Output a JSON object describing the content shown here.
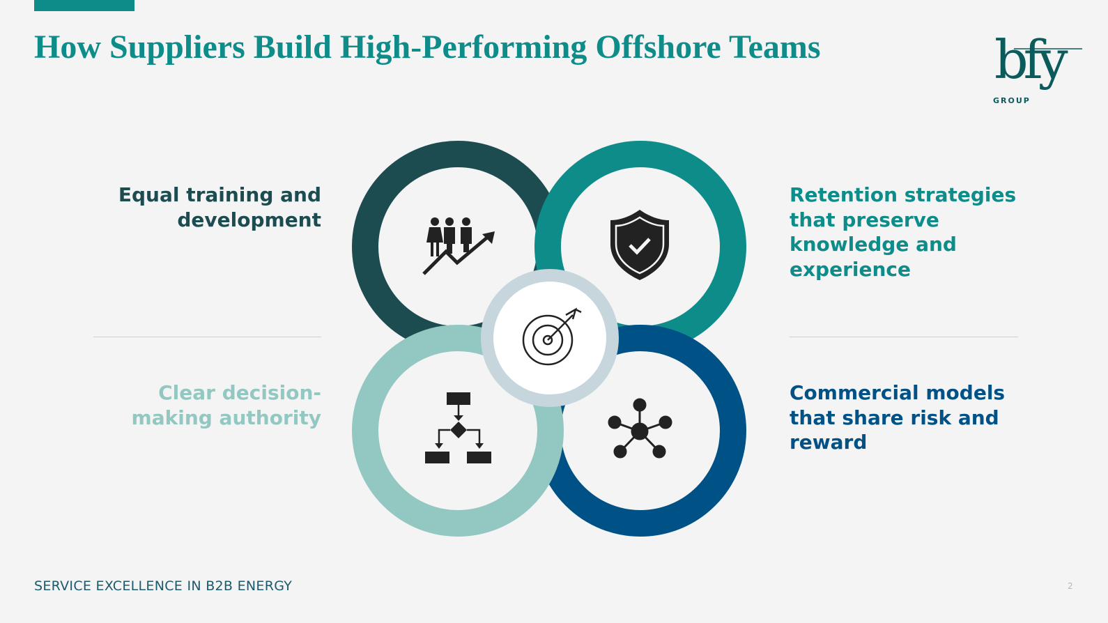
{
  "title": "How Suppliers Build High-Performing Offshore Teams",
  "logo": {
    "text": "bfy",
    "subtext": "GROUP"
  },
  "items": [
    {
      "label": "Equal training and development",
      "lines": [
        "Equal training and",
        "development"
      ],
      "icon": "people-growth-icon",
      "color": "#1c4b50"
    },
    {
      "label": "Retention strategies that preserve knowledge and experience",
      "lines": [
        "Retention strategies",
        "that preserve",
        "knowledge and",
        "experience"
      ],
      "icon": "shield-check-icon",
      "color": "#0e8c8a"
    },
    {
      "label": "Clear decision-making authority",
      "lines": [
        "Clear decision-",
        "making authority"
      ],
      "icon": "flowchart-icon",
      "color": "#93c7c2"
    },
    {
      "label": "Commercial models that share risk and reward",
      "lines": [
        "Commercial models",
        "that share risk and",
        "reward"
      ],
      "icon": "network-hub-icon",
      "color": "#005185"
    }
  ],
  "center": {
    "icon": "target-icon",
    "ring_color": "#c6d6dc"
  },
  "footer": "SERVICE EXCELLENCE IN B2B ENERGY",
  "page_number": "2"
}
